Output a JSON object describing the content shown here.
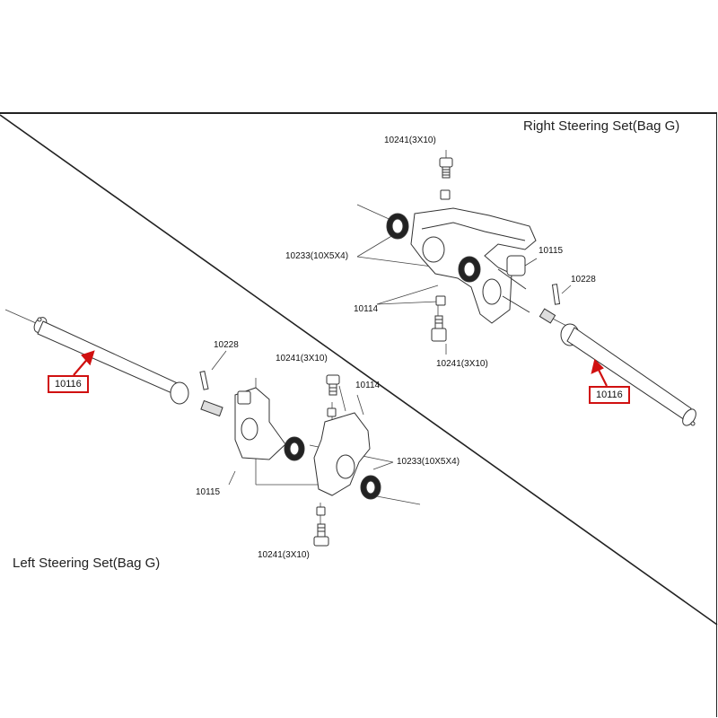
{
  "right_set": {
    "title": "Right Steering Set(Bag G)",
    "labels": {
      "screw_top": "10241(3X10)",
      "bearing": "10233(10X5X4)",
      "knuckle": "10115",
      "pin": "10228",
      "bushing": "10114",
      "screw_bottom": "10241(3X10)",
      "shaft": "10116"
    }
  },
  "left_set": {
    "title": "Left Steering Set(Bag G)",
    "labels": {
      "pin": "10228",
      "screw_top": "10241(3X10)",
      "bushing": "10114",
      "bearing": "10233(10X5X4)",
      "knuckle": "10115",
      "screw_bottom": "10241(3X10)",
      "shaft": "10116"
    }
  },
  "colors": {
    "line": "#222222",
    "highlight": "#d01010"
  }
}
